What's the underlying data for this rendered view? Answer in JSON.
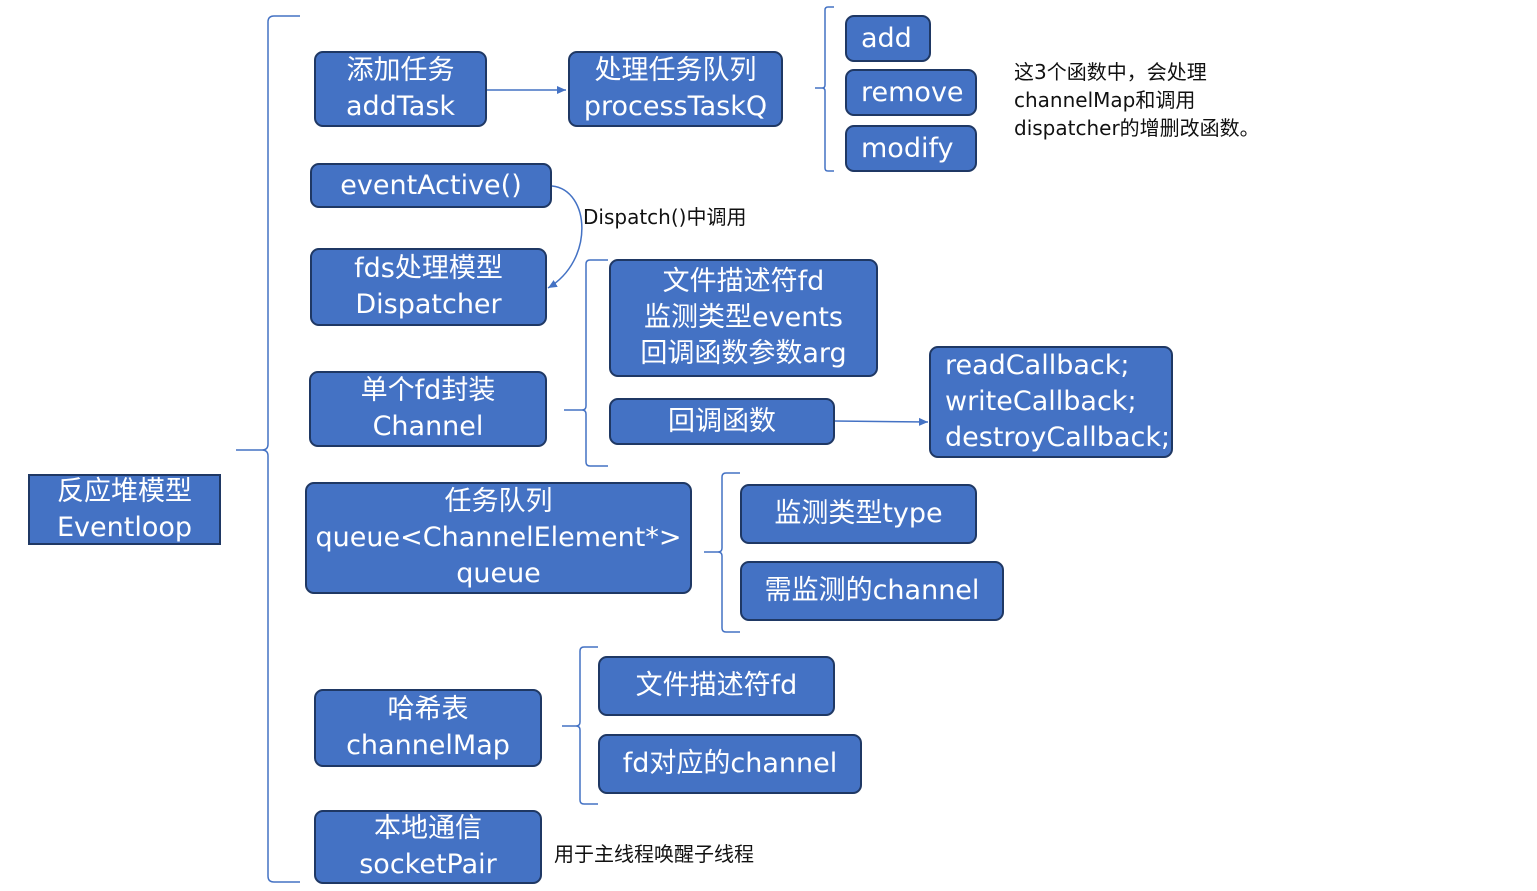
{
  "nodes": {
    "root": [
      "反应堆模型",
      "Eventloop"
    ],
    "add_task": [
      "添加任务",
      "addTask"
    ],
    "process_task_q": [
      "处理任务队列",
      "processTaskQ"
    ],
    "add": [
      "add"
    ],
    "remove": [
      "remove"
    ],
    "modify": [
      "modify"
    ],
    "event_active": [
      "eventActive()"
    ],
    "dispatcher": [
      "fds处理模型",
      "Dispatcher"
    ],
    "channel": [
      "单个fd封装",
      "Channel"
    ],
    "channel_info": [
      "文件描述符fd",
      "监测类型events",
      "回调函数参数arg"
    ],
    "callback": [
      "回调函数"
    ],
    "callback_list": [
      "readCallback;",
      "writeCallback;",
      "destroyCallback;"
    ],
    "task_queue": [
      "任务队列",
      "queue<ChannelElement*>",
      "queue"
    ],
    "watch_type": [
      "监测类型type"
    ],
    "watch_channel": [
      "需监测的channel"
    ],
    "hash_table": [
      "哈希表",
      "channelMap"
    ],
    "hash_fd": [
      "文件描述符fd"
    ],
    "hash_channel": [
      "fd对应的channel"
    ],
    "local_comm": [
      "本地通信",
      "socketPair"
    ]
  },
  "notes": {
    "func_note": [
      "这3个函数中，会处理",
      "channelMap和调用",
      "dispatcher的增删改函数。"
    ],
    "dispatch_note": "Dispatch()中调用",
    "socket_note": "用于主线程唤醒子线程"
  },
  "colors": {
    "box_fill": "#4472C4",
    "box_border": "#1F3864",
    "connector": "#4472C4"
  }
}
